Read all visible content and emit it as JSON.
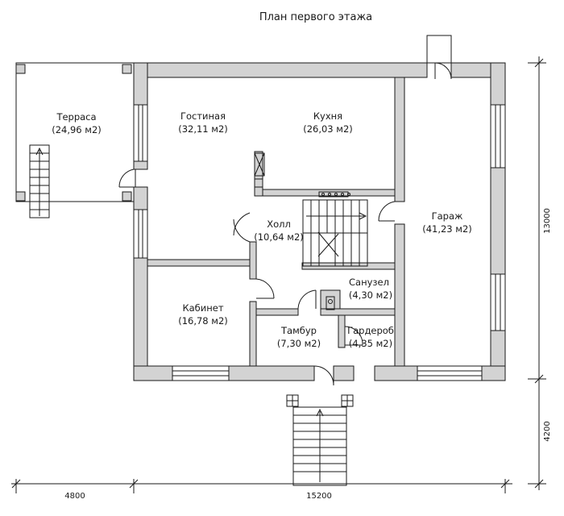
{
  "title": "План первого этажа",
  "rooms": [
    {
      "id": "terrace",
      "name": "Терраса",
      "area": "(24,96 м2)"
    },
    {
      "id": "living",
      "name": "Гостиная",
      "area": "(32,11 м2)"
    },
    {
      "id": "kitchen",
      "name": "Кухня",
      "area": "(26,03 м2)"
    },
    {
      "id": "hall",
      "name": "Холл",
      "area": "(10,64 м2)"
    },
    {
      "id": "garage",
      "name": "Гараж",
      "area": "(41,23 м2)"
    },
    {
      "id": "bathroom",
      "name": "Санузел",
      "area": "(4,30 м2)"
    },
    {
      "id": "study",
      "name": "Кабинет",
      "area": "(16,78 м2)"
    },
    {
      "id": "vestibule",
      "name": "Тамбур",
      "area": "(7,30 м2)"
    },
    {
      "id": "wardrobe",
      "name": "Гардероб",
      "area": "(4,35 м2)"
    }
  ],
  "dimensions": {
    "terrace_width": "4800",
    "house_width": "15200",
    "house_depth": "13000",
    "porch_depth": "4200"
  },
  "colors": {
    "wall_fill": "#d3d3d3",
    "line": "#1a1a1a",
    "background": "#ffffff"
  }
}
